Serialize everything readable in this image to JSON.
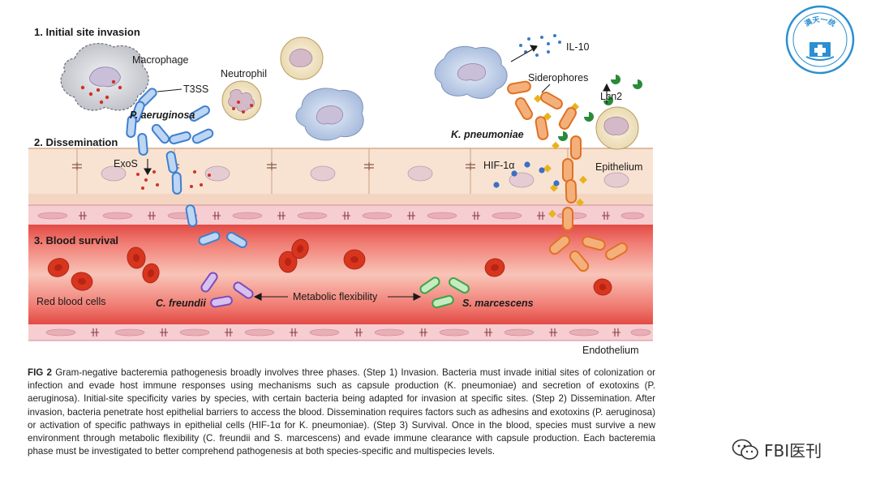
{
  "labels": {
    "step1": "1. Initial site invasion",
    "step2": "2. Dissemination",
    "step3": "3. Blood survival",
    "macrophage": "Macrophage",
    "neutrophil": "Neutrophil",
    "t3ss": "T3SS",
    "p_aeruginosa": "P. aeruginosa",
    "exos": "ExoS",
    "il10": "IL-10",
    "siderophores": "Siderophores",
    "k_pneumoniae": "K. pneumoniae",
    "lcn2": "Lcn2",
    "hif1a": "HIF-1α",
    "epithelium": "Epithelium",
    "red_blood_cells": "Red blood cells",
    "c_freundii": "C. freundii",
    "metabolic": "Metabolic flexibility",
    "s_marcescens": "S. marcescens",
    "endothelium": "Endothelium"
  },
  "caption": {
    "fig": "FIG 2",
    "text": " Gram-negative bacteremia pathogenesis broadly involves three phases. (Step 1) Invasion. Bacteria must invade initial sites of colonization or infection and evade host immune responses using mechanisms such as capsule production (K. pneumoniae) and secretion of exotoxins (P. aeruginosa). Initial-site specificity varies by species, with certain bacteria being adapted for invasion at specific sites. (Step 2) Dissemination. After invasion, bacteria penetrate host epithelial barriers to access the blood. Dissemination requires factors such as adhesins and exotoxins (P. aeruginosa) or activation of specific pathways in epithelial cells (HIF-1α for K. pneumoniae). (Step 3) Survival. Once in the blood, species must survive a new environment through metabolic flexibility (C. freundii and S. marcescens) and evade immune clearance with capsule production. Each bacteremia phase must be investigated to better comprehend pathogenesis at both species-specific and multispecies levels."
  },
  "watermark": {
    "text": "FBI医刊",
    "icon": "wechat-icon"
  },
  "logo": {
    "text": "满天一统",
    "icon": "hospital-seal-icon"
  },
  "colors": {
    "epithelium": "#f7e1cf",
    "endothelium": "#f6c9cc",
    "blood": "#e8554f",
    "p_aeruginosa": "#4a8fd6",
    "k_pneumoniae": "#e8823b",
    "c_freundii": "#8e5fc0",
    "s_marcescens": "#46b548",
    "rbc": "#d83224",
    "siderophore": "#e8b31c",
    "hif": "#3d6fc6"
  }
}
